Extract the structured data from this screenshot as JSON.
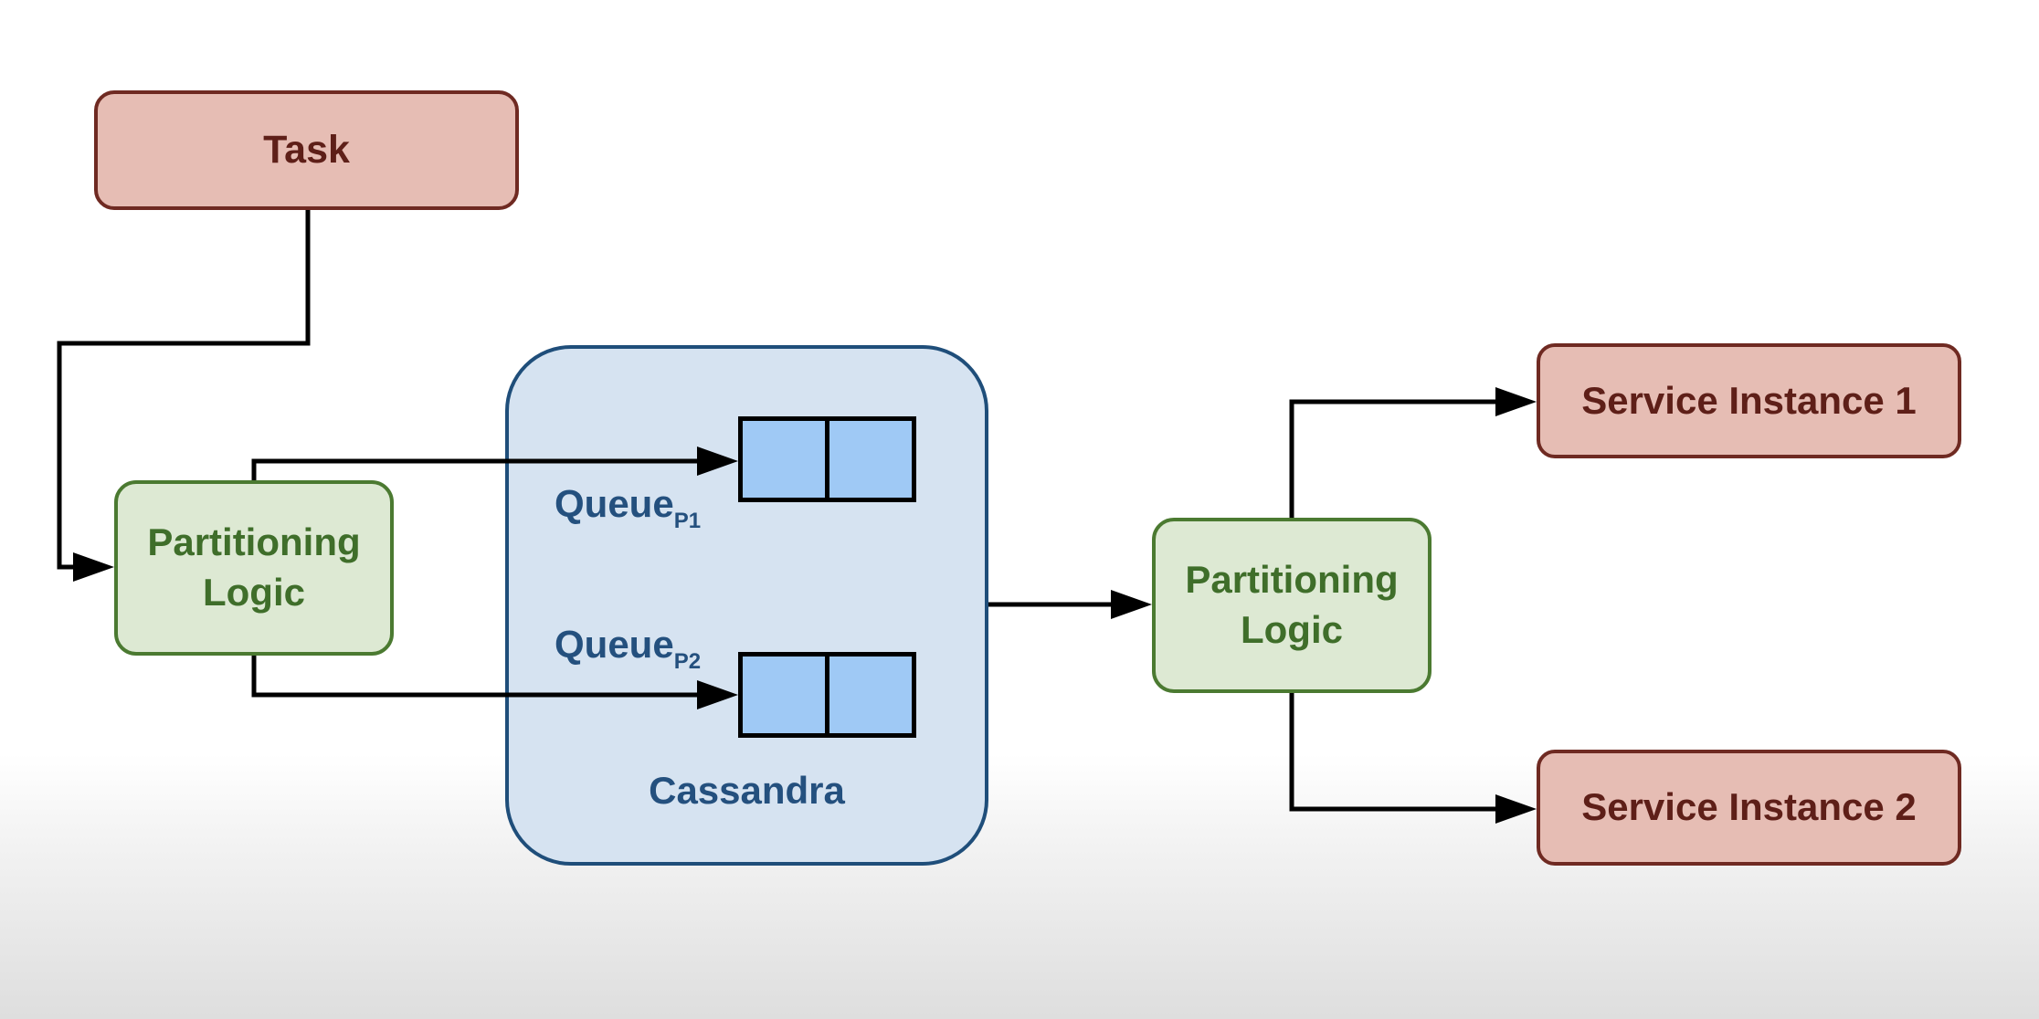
{
  "nodes": {
    "task": "Task",
    "partitioning_logic_left": "Partitioning Logic",
    "partitioning_logic_right": "Partitioning Logic",
    "service_instance_1": "Service Instance 1",
    "service_instance_2": "Service Instance 2"
  },
  "cassandra": {
    "label": "Cassandra",
    "queues": [
      {
        "name": "Queue",
        "subscript": "P1"
      },
      {
        "name": "Queue",
        "subscript": "P2"
      }
    ]
  },
  "colors": {
    "task_fill": "#e6bdb4",
    "task_border": "#6f2a22",
    "logic_fill": "#dde9d3",
    "logic_border": "#4b7a31",
    "cassandra_fill": "#d6e3f1",
    "cassandra_border": "#1f4e7a",
    "queue_cell_fill": "#9fc9f5"
  }
}
